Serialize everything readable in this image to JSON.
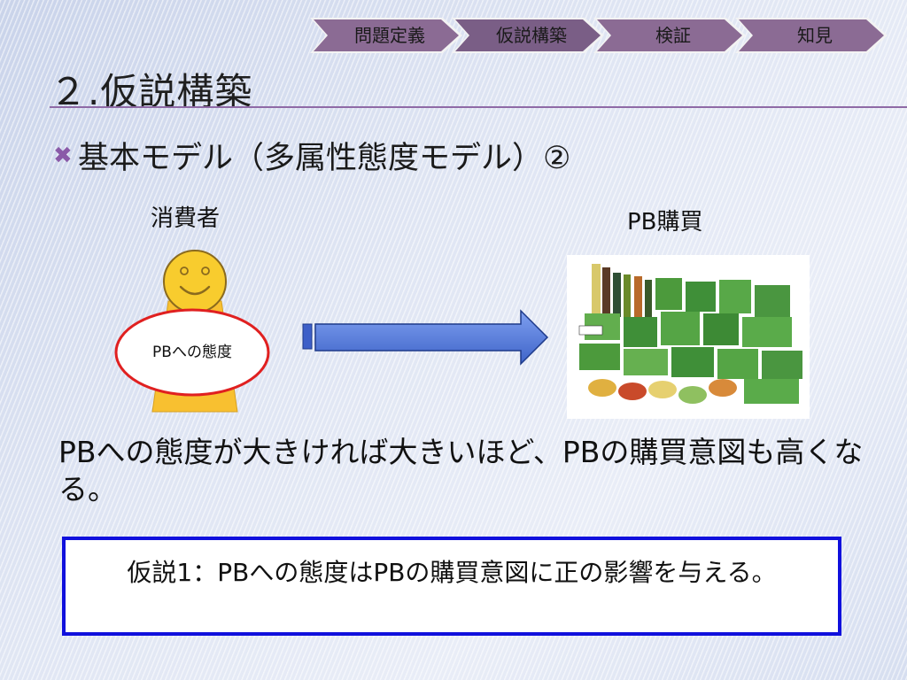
{
  "steps": [
    {
      "label": "問題定義",
      "active": false
    },
    {
      "label": "仮説構築",
      "active": true
    },
    {
      "label": "検証",
      "active": false
    },
    {
      "label": "知見",
      "active": false
    }
  ],
  "title": "２.仮説構築",
  "bullet": {
    "icon": "x-mark-icon",
    "text": "基本モデル（多属性態度モデル）②"
  },
  "diagram": {
    "consumer_label": "消費者",
    "attitude_label": "PBへの態度",
    "purchase_label": "PB購買"
  },
  "body_text": "PBへの態度が大きければ大きいほど、PBの購買意図も高くなる。",
  "hypothesis": "仮説1：PBへの態度はPBの購買意図に正の影響を与える。",
  "colors": {
    "chevron": "#8b6b94",
    "chevron_active": "#7a5e86",
    "title_line": "#8f6aa6",
    "arrow_fill": "#5b7fd8",
    "ellipse_border": "#e02020",
    "face": "#f8cc2e",
    "box_border": "#1010dd"
  }
}
